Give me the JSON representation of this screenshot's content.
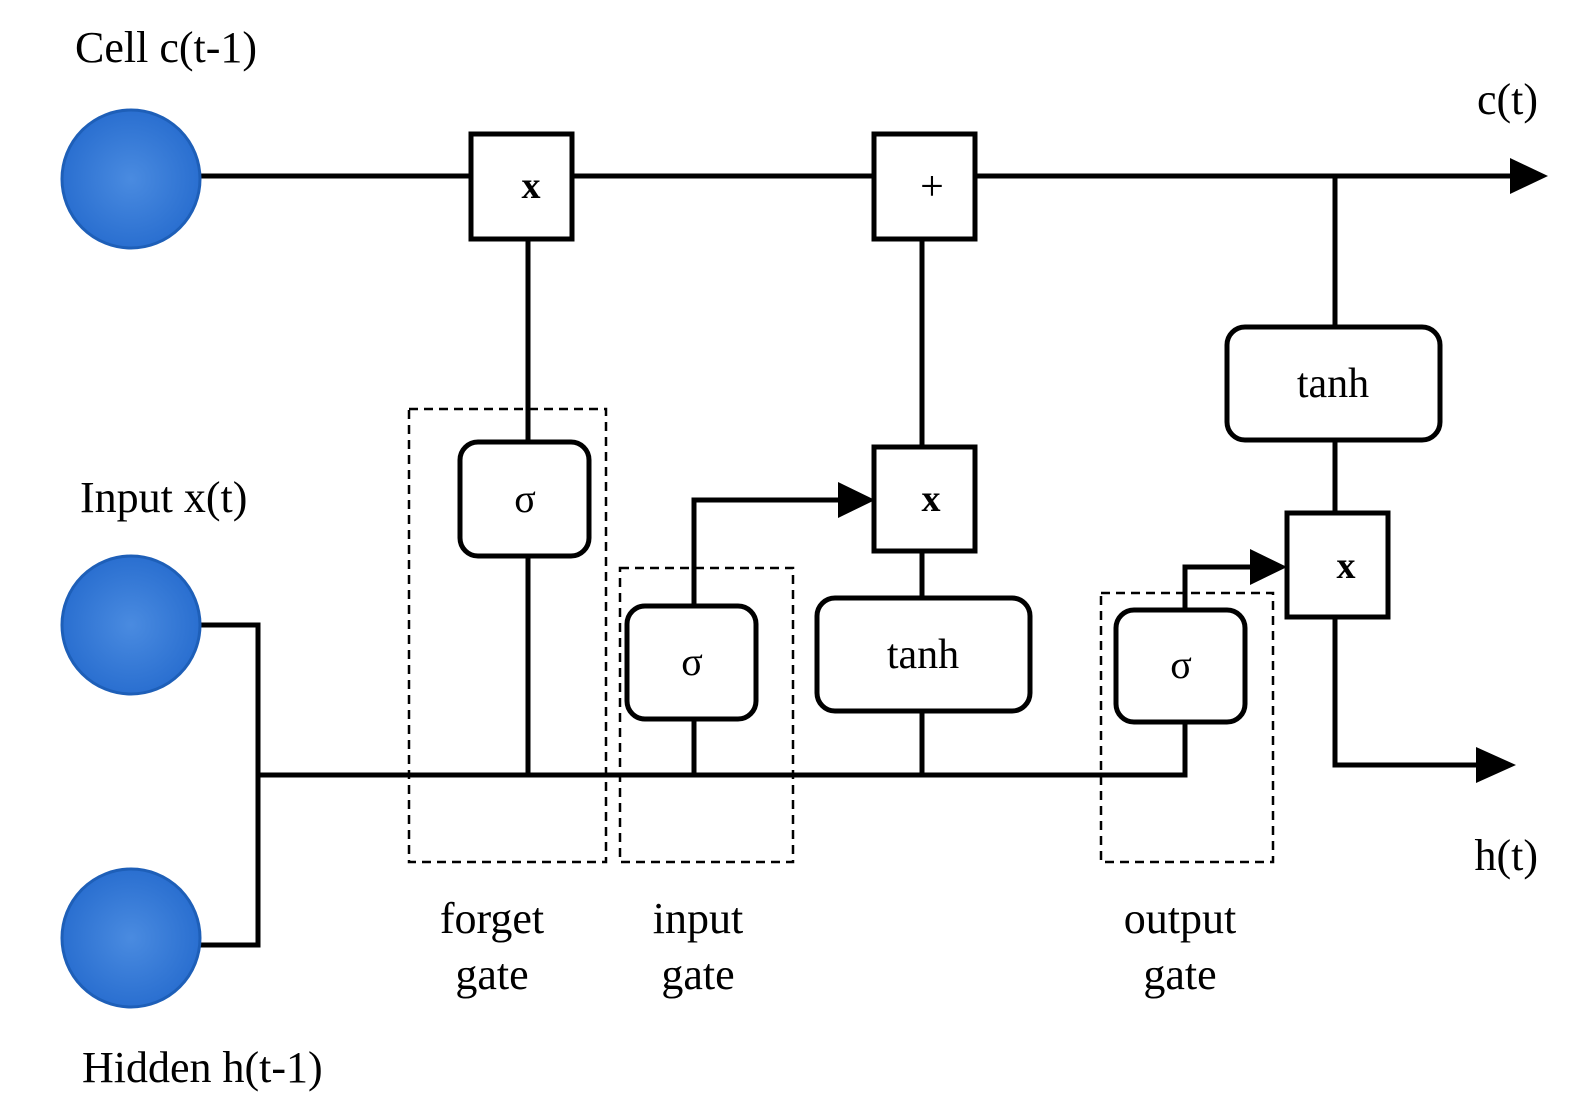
{
  "inputs": {
    "cell": "Cell c(t-1)",
    "input": "Input x(t)",
    "hidden": "Hidden h(t-1)"
  },
  "outputs": {
    "cell": "c(t)",
    "hidden": "h(t)"
  },
  "operators": {
    "multiply": "x",
    "add": "+"
  },
  "functions": {
    "sigmoid": "σ",
    "tanh": "tanh"
  },
  "gates": {
    "forget": [
      "forget",
      "gate"
    ],
    "input": [
      "input",
      "gate"
    ],
    "output": [
      "output",
      "gate"
    ]
  },
  "colors": {
    "node_fill": "#2a6fd0",
    "node_stroke": "#1e5fb8",
    "line": "#000000"
  }
}
